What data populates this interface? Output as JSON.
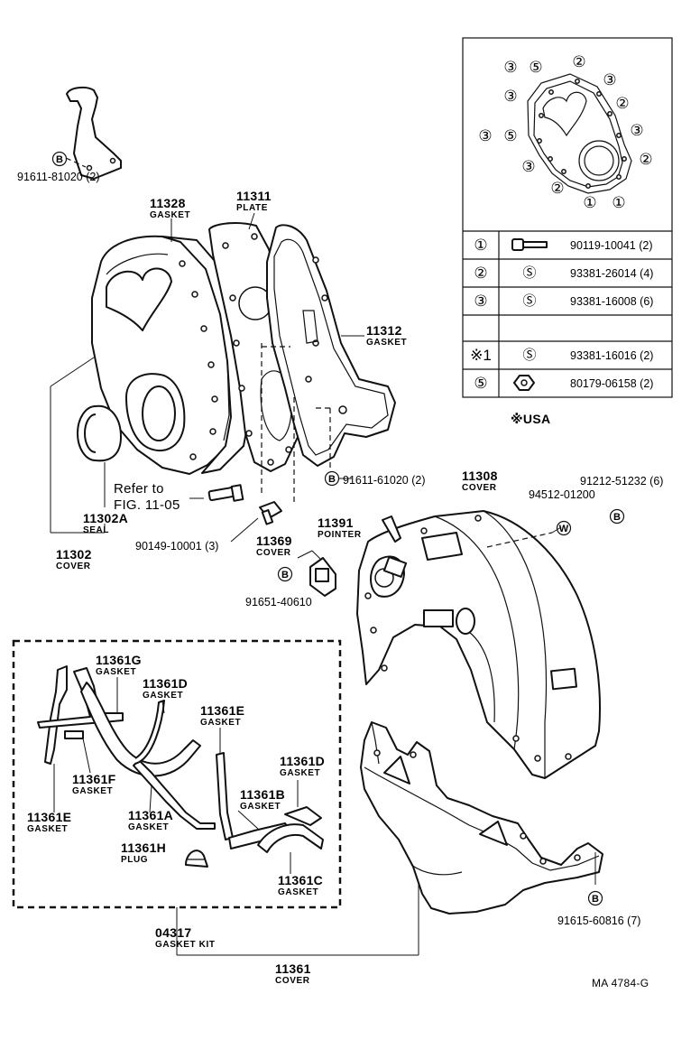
{
  "bolt_key": {
    "diagram_marks": [
      {
        "id": "m1",
        "text": "③"
      },
      {
        "id": "m2",
        "text": "⑤"
      },
      {
        "id": "m3",
        "text": "②"
      },
      {
        "id": "m4",
        "text": "③"
      },
      {
        "id": "m5",
        "text": "③"
      },
      {
        "id": "m6",
        "text": "②"
      },
      {
        "id": "m7",
        "text": "③"
      },
      {
        "id": "m8",
        "text": "③"
      },
      {
        "id": "m9",
        "text": "⑤"
      },
      {
        "id": "m10",
        "text": "②"
      },
      {
        "id": "m11",
        "text": "③"
      },
      {
        "id": "m12",
        "text": "②"
      },
      {
        "id": "m13",
        "text": "①"
      },
      {
        "id": "m14",
        "text": "①"
      }
    ],
    "rows": [
      {
        "key": "①",
        "symbol": "bolt-icon",
        "part": "90119-10041 (2)"
      },
      {
        "key": "②",
        "symbol": "Ⓢ",
        "part": "93381-26014 (4)"
      },
      {
        "key": "③",
        "symbol": "Ⓢ",
        "part": "93381-16008 (6)"
      },
      {
        "key": "",
        "symbol": "",
        "part": ""
      },
      {
        "key": "※1",
        "symbol": "Ⓢ",
        "part": "93381-16016 (2)"
      },
      {
        "key": "⑤",
        "symbol": "nut-icon",
        "part": "80179-06158 (2)"
      }
    ],
    "note": "※USA"
  },
  "labels": {
    "l1": {
      "number": "91611-81020 (2)",
      "sub": ""
    },
    "l2": {
      "number": "11328",
      "sub": "GASKET"
    },
    "l3": {
      "number": "11311",
      "sub": "PLATE"
    },
    "l4": {
      "number": "11312",
      "sub": "GASKET"
    },
    "l5": {
      "number": "91611-61020 (2)",
      "sub": ""
    },
    "l6": {
      "number": "11308",
      "sub": "COVER"
    },
    "l7": {
      "number": "91212-51232 (6)",
      "sub": ""
    },
    "l8": {
      "number": "94512-01200",
      "sub": ""
    },
    "l9": {
      "number": "Refer to",
      "sub": ""
    },
    "l10": {
      "number": "FIG. 11-05",
      "sub": ""
    },
    "l11": {
      "number": "11302A",
      "sub": "SEAL"
    },
    "l12": {
      "number": "11302",
      "sub": "COVER"
    },
    "l13": {
      "number": "90149-10001 (3)",
      "sub": ""
    },
    "l14": {
      "number": "11391",
      "sub": "POINTER"
    },
    "l15": {
      "number": "11369",
      "sub": "COVER"
    },
    "l16": {
      "number": "91651-40610",
      "sub": ""
    },
    "l17": {
      "number": "11361G",
      "sub": "GASKET"
    },
    "l18": {
      "number": "11361D",
      "sub": "GASKET"
    },
    "l19": {
      "number": "11361E",
      "sub": "GASKET"
    },
    "l20": {
      "number": "11361D",
      "sub": "GASKET"
    },
    "l21": {
      "number": "11361F",
      "sub": "GASKET"
    },
    "l22": {
      "number": "11361B",
      "sub": "GASKET"
    },
    "l23": {
      "number": "11361E",
      "sub": "GASKET"
    },
    "l24": {
      "number": "11361A",
      "sub": "GASKET"
    },
    "l25": {
      "number": "11361H",
      "sub": "PLUG"
    },
    "l26": {
      "number": "11361C",
      "sub": "GASKET"
    },
    "l27": {
      "number": "04317",
      "sub": "GASKET KIT"
    },
    "l28": {
      "number": "11361",
      "sub": "COVER"
    },
    "l29": {
      "number": "91615-60816 (7)",
      "sub": ""
    }
  },
  "markers": {
    "b1": "B",
    "b2": "B",
    "b3": "B",
    "b4": "B",
    "b5": "B",
    "w1": "W"
  },
  "footer": "MA  4784-G"
}
